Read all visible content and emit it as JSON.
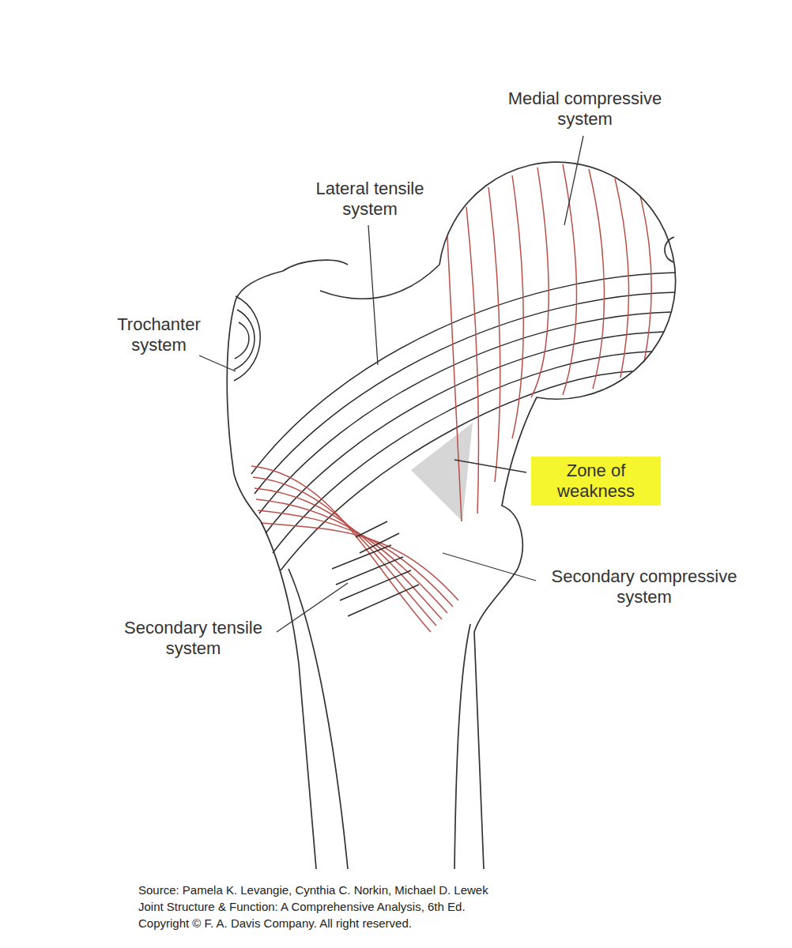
{
  "diagram": {
    "labels": [
      "Medial compressive system",
      "Lateral tensile system",
      "Trochanter system",
      "Zone of weakness",
      "Secondary compressive system",
      "Secondary tensile system",
      "Source: Pamela K. Levangie, Cynthia C. Norkin, Michael D. Lewek",
      "Joint Structure & Function: A Comprehensive Analysis, 6th Ed.",
      "Copyright © F. A. Davis Company. All right reserved."
    ]
  }
}
